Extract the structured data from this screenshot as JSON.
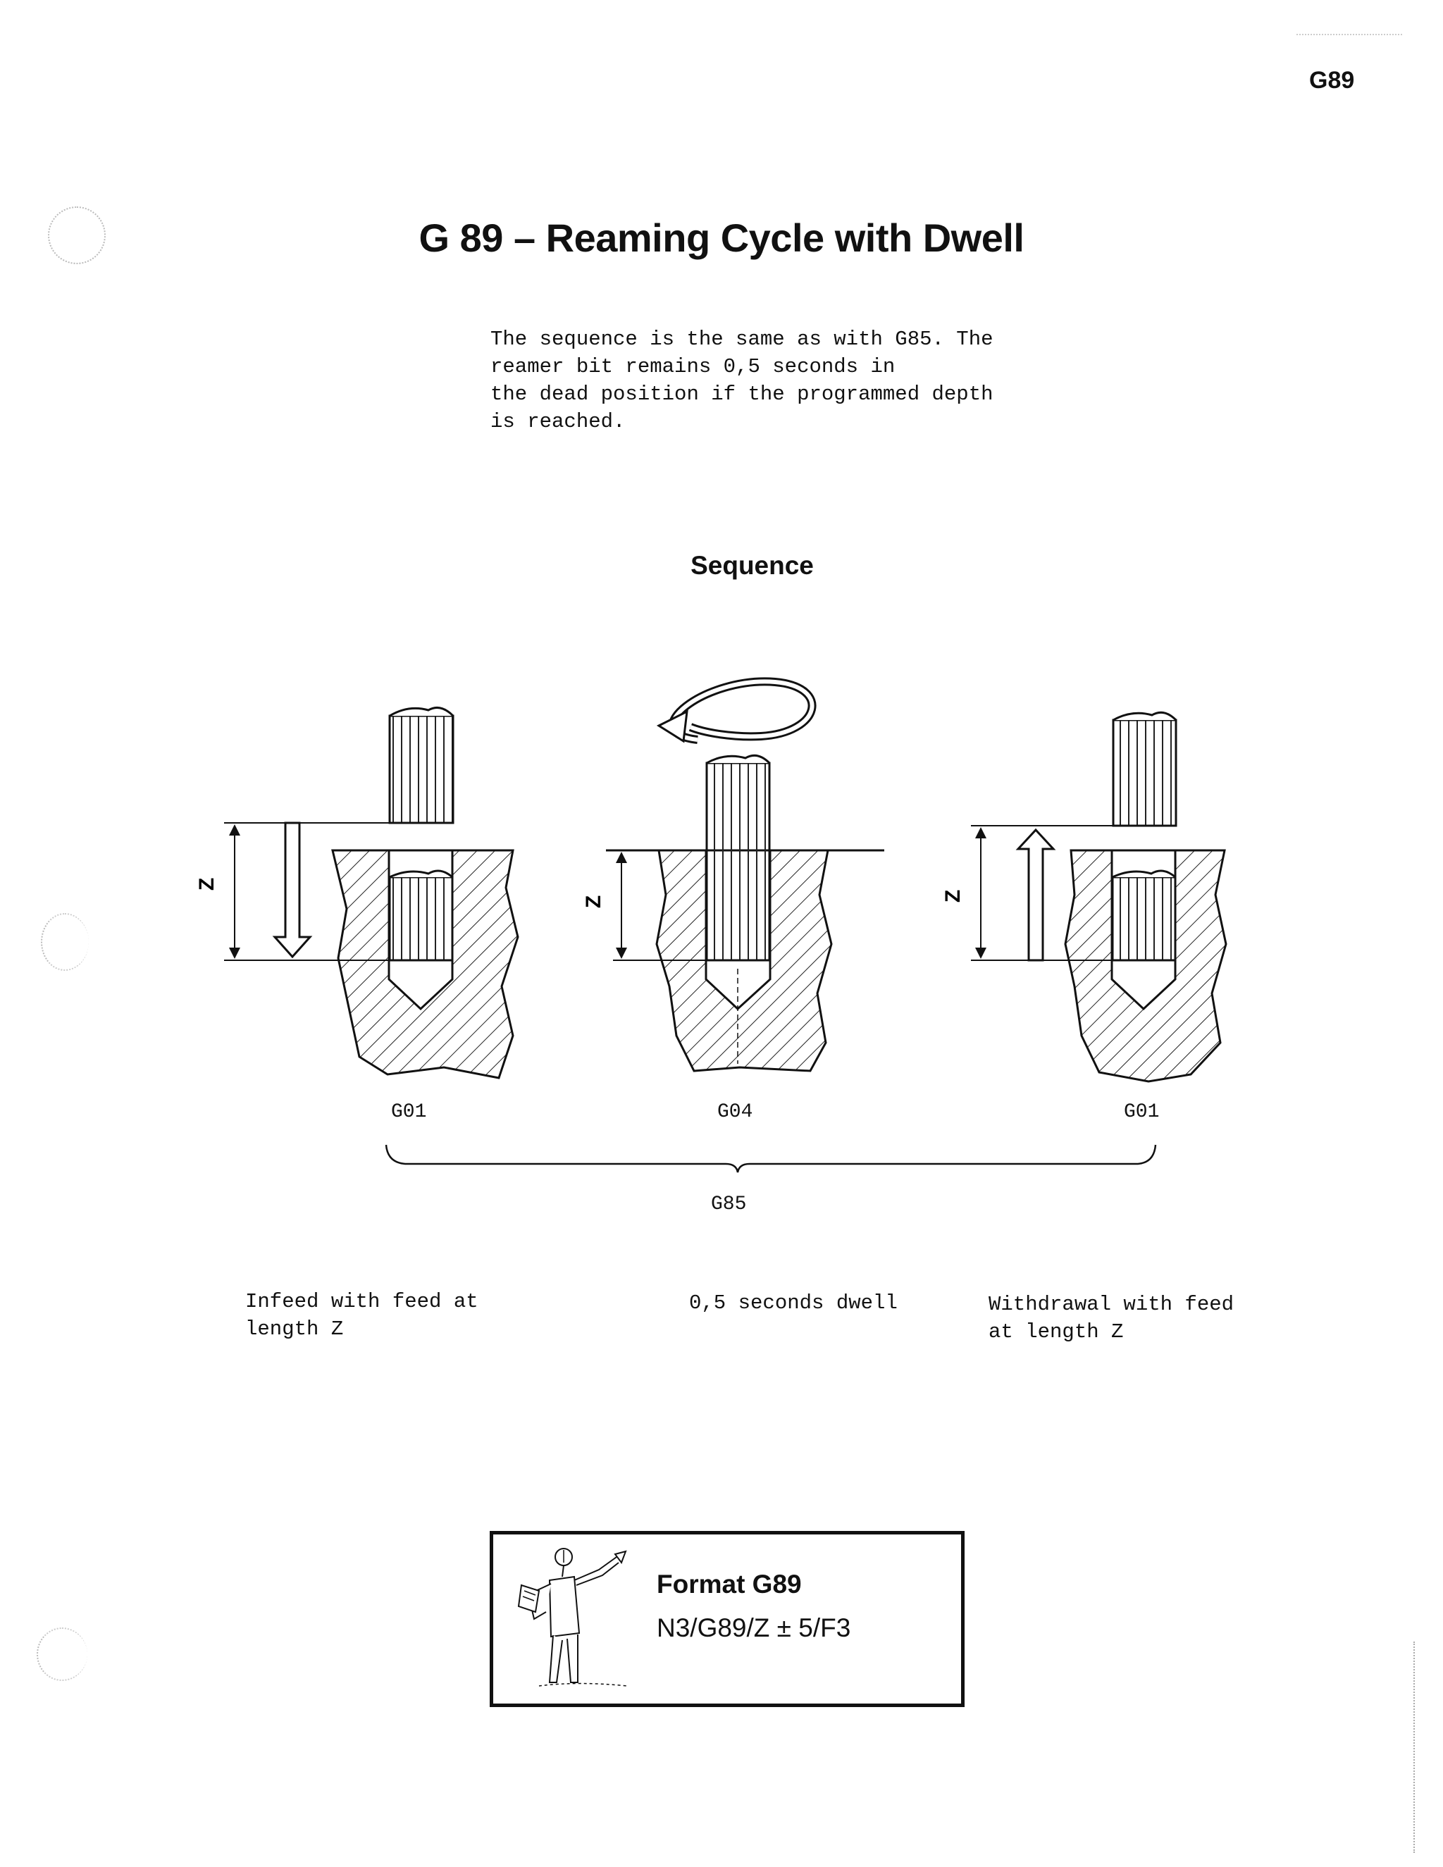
{
  "header": {
    "page_code": "G89"
  },
  "title": "G 89 – Reaming Cycle with Dwell",
  "intro_lines": [
    "The sequence is the same as with G85. The",
    "reamer bit remains 0,5 seconds in",
    "the dead position if the programmed depth",
    "is reached."
  ],
  "sequence": {
    "heading": "Sequence",
    "axis_letter": "Z",
    "steps": [
      {
        "code": "G01",
        "description_lines": [
          "Infeed with feed at",
          "length Z"
        ]
      },
      {
        "code": "G04",
        "description_lines": [
          "0,5 seconds dwell"
        ]
      },
      {
        "code": "G01",
        "description_lines": [
          "Withdrawal with feed",
          "at length Z"
        ]
      }
    ],
    "group_label": "G85"
  },
  "format_box": {
    "title": "Format G89",
    "syntax": "N3/G89/Z ± 5/F3",
    "icon": "pointing-man-icon"
  }
}
